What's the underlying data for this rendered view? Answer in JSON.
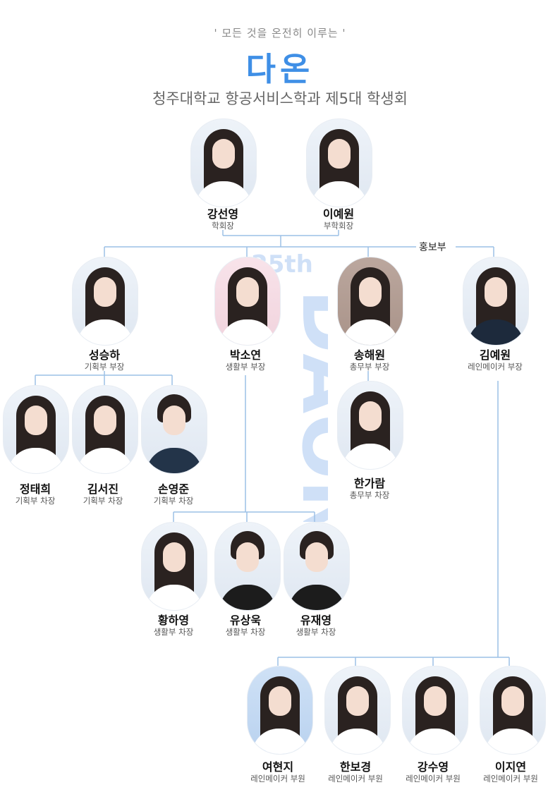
{
  "header": {
    "tagline": "' 모든 것을 온전히 이루는 '",
    "brand": "다온",
    "subtitle": "청주대학교 항공서비스학과 제5대 학생회"
  },
  "watermark": {
    "text_top": "25th",
    "text_main": "DAON"
  },
  "department_tag": "홍보부",
  "members": {
    "president": {
      "name": "강선영",
      "role": "학회장"
    },
    "vice_president": {
      "name": "이예원",
      "role": "부학회장"
    },
    "planning_head": {
      "name": "성승하",
      "role": "기획부 부장"
    },
    "life_head": {
      "name": "박소연",
      "role": "생활부 부장"
    },
    "general_head": {
      "name": "송해원",
      "role": "총무부 부장"
    },
    "rainmaker_head": {
      "name": "김예원",
      "role": "레인메이커 부장"
    },
    "planning_1": {
      "name": "정태희",
      "role": "기획부 차장"
    },
    "planning_2": {
      "name": "김서진",
      "role": "기획부 차장"
    },
    "planning_3": {
      "name": "손영준",
      "role": "기획부 차장"
    },
    "general_1": {
      "name": "한가람",
      "role": "총무부 차장"
    },
    "life_1": {
      "name": "황하영",
      "role": "생활부 차장"
    },
    "life_2": {
      "name": "유상욱",
      "role": "생활부 차장"
    },
    "life_3": {
      "name": "유재영",
      "role": "생활부 차장"
    },
    "rain_1": {
      "name": "여현지",
      "role": "레인메이커 부원"
    },
    "rain_2": {
      "name": "한보경",
      "role": "레인메이커 부원"
    },
    "rain_3": {
      "name": "강수영",
      "role": "레인메이커 부원"
    },
    "rain_4": {
      "name": "이지연",
      "role": "레인메이커 부원"
    }
  },
  "colors": {
    "brand": "#3f8fe6",
    "connector": "#9cc0e6",
    "watermark": "#cfe0f7"
  }
}
